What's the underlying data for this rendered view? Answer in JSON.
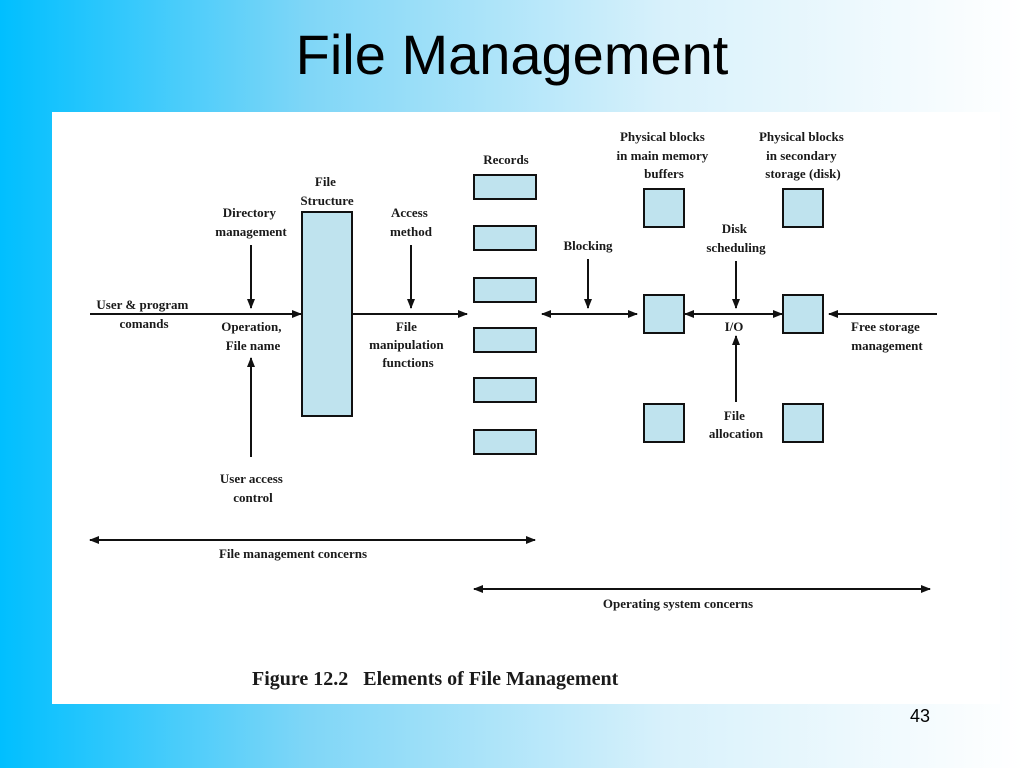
{
  "slide": {
    "title": "File Management",
    "page_number": "43"
  },
  "figure": {
    "caption": "Figure 12.2   Elements of File Management",
    "labels": {
      "user_program": [
        "User & program",
        "comands"
      ],
      "directory_management": [
        "Directory",
        "management"
      ],
      "file_structure": [
        "File",
        "Structure"
      ],
      "access_method": [
        "Access",
        "method"
      ],
      "operation_file_name": [
        "Operation,",
        "File name"
      ],
      "file_manipulation": [
        "File",
        "manipulation",
        "functions"
      ],
      "user_access_control": [
        "User access",
        "control"
      ],
      "records": "Records",
      "blocking": "Blocking",
      "physical_main_memory": [
        "Physical blocks",
        "in main memory",
        "buffers"
      ],
      "physical_secondary": [
        "Physical blocks",
        "in secondary",
        "storage (disk)"
      ],
      "disk_scheduling": [
        "Disk",
        "scheduling"
      ],
      "io": "I/O",
      "file_allocation": [
        "File",
        "allocation"
      ],
      "free_storage": [
        "Free storage",
        "management"
      ],
      "file_mgmt_concerns": "File management concerns",
      "os_concerns": "Operating system concerns"
    },
    "colors": {
      "box_fill": "#bfe3ee",
      "line": "#111111"
    }
  }
}
